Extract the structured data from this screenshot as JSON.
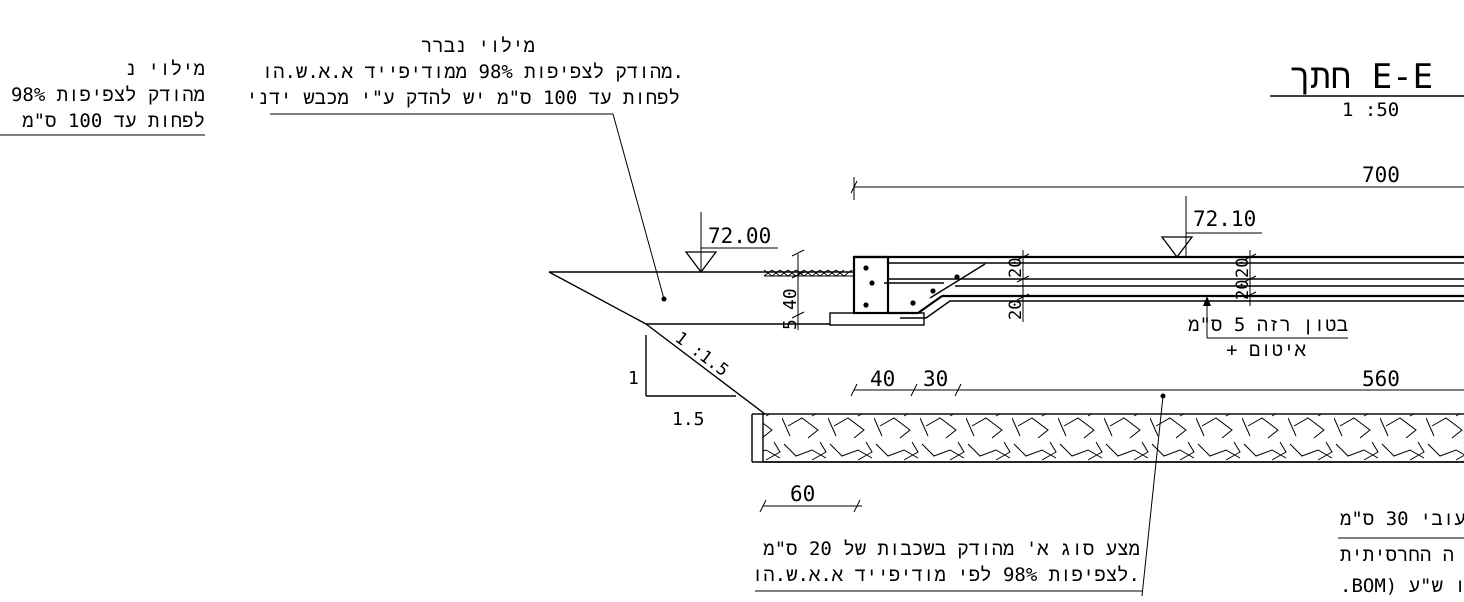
{
  "section": {
    "title": "חתך E-E",
    "scale": "1 :50"
  },
  "notes": {
    "fill_left": [
      "מילוי נ",
      "מהודק לצפיפות 98%",
      "לפחות עד 100 ס\"מ"
    ],
    "fill_main": [
      "מילוי נברר",
      "מהודק לצפיפות 98% ממודיפייד א.א.ש.הו.",
      "לפחות עד 100 ס\"מ יש להדק ע\"י מכבש ידני"
    ],
    "concrete": [
      "בטון רזה 5 ס\"מ",
      "+ איטום"
    ],
    "base": [
      "מצע סוג א' מהודק  בשכבות של 20 ס\"מ",
      "לצפיפות  98% לפי מודיפייד א.א.ש.הו."
    ],
    "right_cut": [
      "עובי 30 ס\"מ",
      "ה החרסיתית",
      ".BOM) או ש\"ע"
    ]
  },
  "levels": {
    "left": "72.00",
    "right": "72.10"
  },
  "dimensions": {
    "overall_width": "700",
    "inner_width": "560",
    "seg_a": "40",
    "seg_b": "30",
    "base_offset": "60",
    "wall_height": "40",
    "wall_5": "5",
    "top_layers": "20",
    "top_layers_b": "20",
    "right_layers": "20",
    "right_layers_b": "20"
  },
  "slope": {
    "ratio": "1 :1.5",
    "rise": "1",
    "run": "1.5"
  }
}
